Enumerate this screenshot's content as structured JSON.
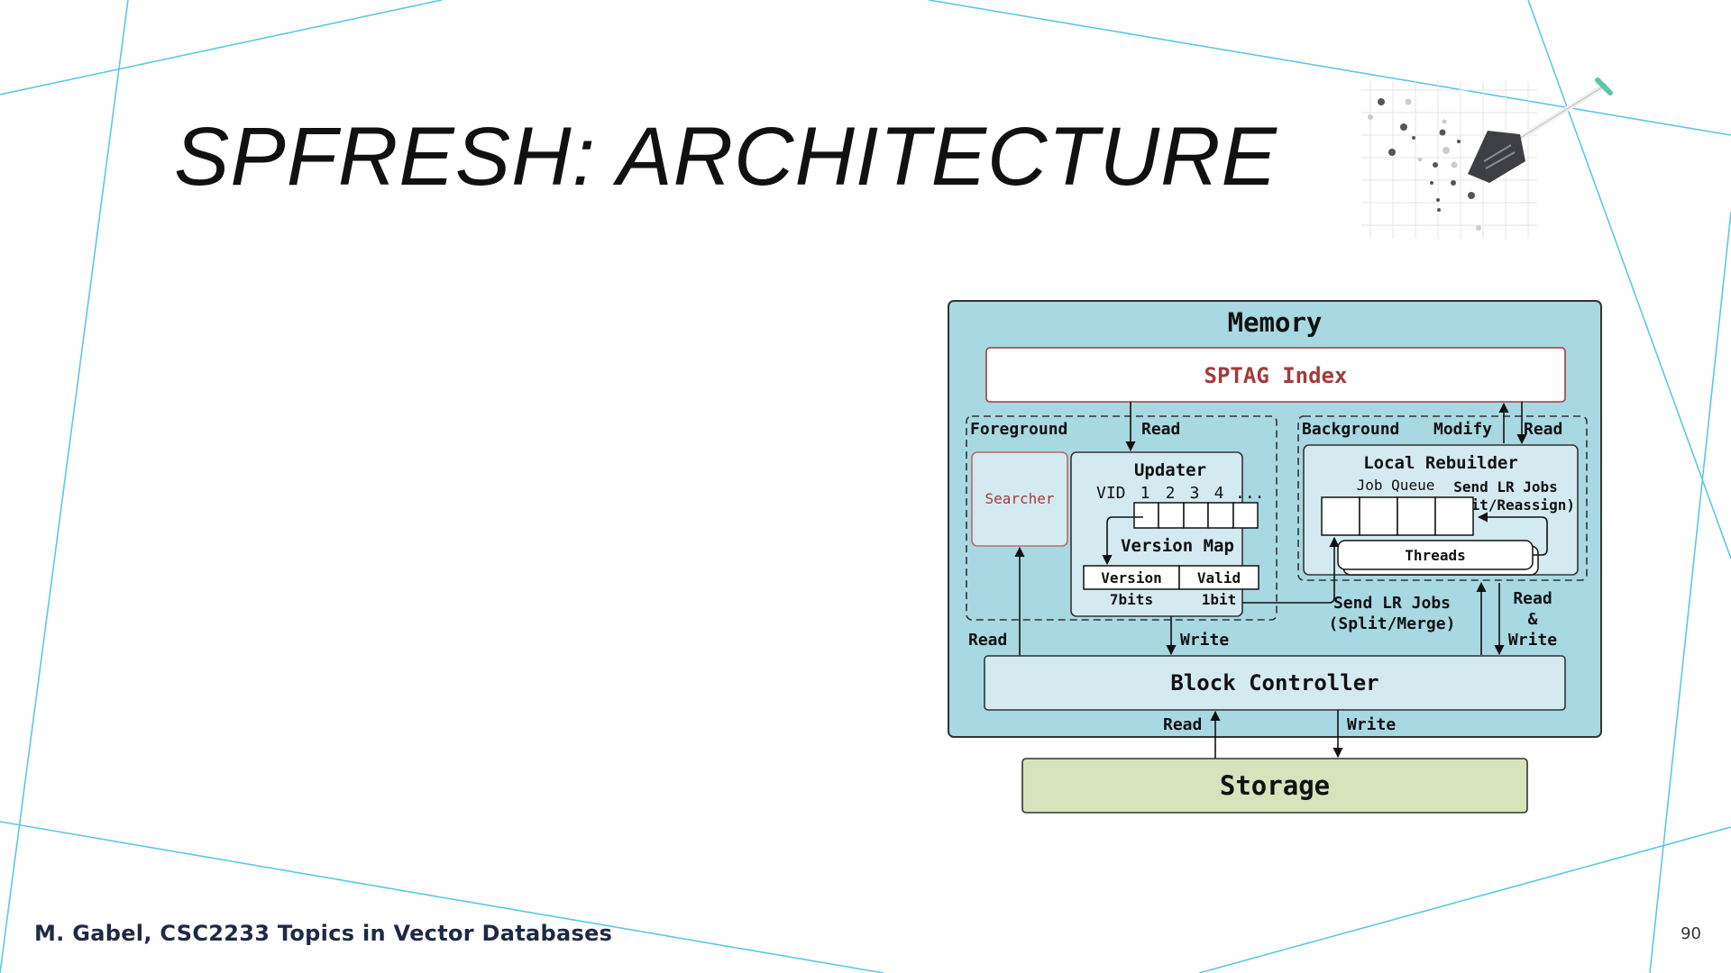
{
  "slide": {
    "title": "SPFRESH: ARCHITECTURE",
    "footer": "M. Gabel, CSC2233 Topics in Vector Databases",
    "page_number": "90"
  },
  "colors": {
    "line_accent": "#5bc8e3",
    "memory_fill": "#a8d8e2",
    "panel_fill": "#d3eaf0",
    "storage_fill": "#d6e3bb",
    "index_text": "#a23b3b"
  },
  "logo": {
    "icon": "shovel-digging-dots-icon"
  },
  "diagram": {
    "memory_label": "Memory",
    "sptag_index": "SPTAG Index",
    "foreground": {
      "label": "Foreground",
      "read_label": "Read",
      "searcher": "Searcher",
      "updater": {
        "title": "Updater",
        "vid_label": "VID",
        "vid_numbers": [
          "1",
          "2",
          "3",
          "4",
          "..."
        ],
        "version_map": "Version Map",
        "version_col": "Version",
        "valid_col": "Valid",
        "version_bits": "7bits",
        "valid_bits": "1bit"
      }
    },
    "background": {
      "label": "Background",
      "modify_label": "Modify",
      "read_label": "Read",
      "local_rebuilder": "Local Rebuilder",
      "job_queue": "Job Queue",
      "send_lr_jobs_line1": "Send LR Jobs",
      "send_lr_jobs_line2": "(Split/Reassign)",
      "threads": "Threads"
    },
    "send_lr_merge_line1": "Send LR Jobs",
    "send_lr_merge_line2": "(Split/Merge)",
    "searcher_read": "Read",
    "updater_write": "Write",
    "rw_line1": "Read",
    "rw_line2": "&",
    "rw_line3": "Write",
    "block_controller": "Block Controller",
    "storage_read": "Read",
    "storage_write": "Write",
    "storage": "Storage"
  }
}
